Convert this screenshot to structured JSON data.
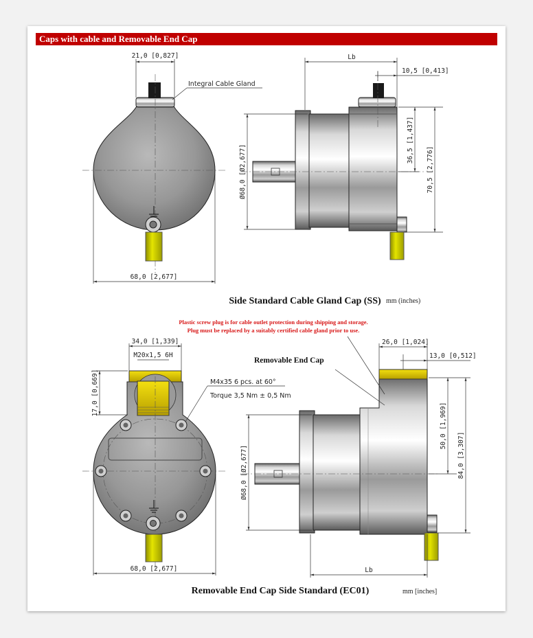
{
  "header": {
    "title": "Caps with cable and Removable End Cap"
  },
  "top": {
    "caption": "Side Standard Cable Gland Cap (SS)",
    "units": "mm (inches)",
    "label_gland": "Integral Cable Gland",
    "dim_gland_width": "21,0 [0,827]",
    "dim_body_width": "68,0 [2,677]",
    "dim_lb": "Lb",
    "dim_offset": "10,5 [0,413]",
    "dim_height_short": "36,5 [1,437]",
    "dim_height_total": "70,5 [2,776]",
    "dim_diameter": "Ø68,0 [Ø2,677]"
  },
  "notice": {
    "line1": "Plastic screw plug is for cable outlet protection during shipping and storage.",
    "line2": "Plug must be replaced by a suitably certified cable gland prior to use."
  },
  "bottom": {
    "caption": "Removable End Cap Side Standard (EC01)",
    "units": "mm [inches]",
    "label_removable": "Removable End Cap",
    "dim_cap_width": "34,0 [1,339]",
    "dim_thread": "M20x1,5 6H",
    "dim_cap_height": "17,0 [0,669]",
    "label_screws": "M4x35 6 pcs. at 60°",
    "label_torque": "Torque 3,5 Nm ± 0,5 Nm",
    "dim_body_width": "68,0 [2,677]",
    "dim_side_width": "26,0 [1,024]",
    "dim_side_offset": "13,0 [0,512]",
    "dim_height_short": "50,0 [1,969]",
    "dim_height_total": "84,0 [3,307]",
    "dim_diameter": "Ø68,0 [Ø2,677]",
    "dim_lb": "Lb"
  },
  "colors": {
    "header_bar": "#c00000",
    "notice_text": "#d81818",
    "cable_yellow": "#d9d900",
    "cap_yellow": "#e5d000"
  }
}
